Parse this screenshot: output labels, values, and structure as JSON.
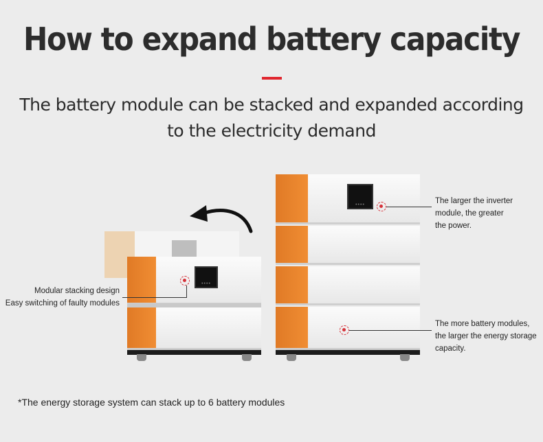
{
  "header": {
    "title": "How to expand battery capacity",
    "subtitle_line1": "The battery module can be stacked and expanded according",
    "subtitle_line2": "to the electricity demand"
  },
  "callouts": {
    "left_line1": "Modular stacking design",
    "left_line2": "Easy switching of faulty modules",
    "inverter_line1": "The larger the inverter",
    "inverter_line2": "module, the greater",
    "inverter_line3": "the power.",
    "battery_line1": "The more battery modules,",
    "battery_line2": "the larger the energy storage",
    "battery_line3": "capacity."
  },
  "footnote": "*The energy storage system can stack up to 6 battery modules",
  "colors": {
    "accent": "#e0262e",
    "module_orange": "#f08d33",
    "hotspot": "#d6323a"
  }
}
